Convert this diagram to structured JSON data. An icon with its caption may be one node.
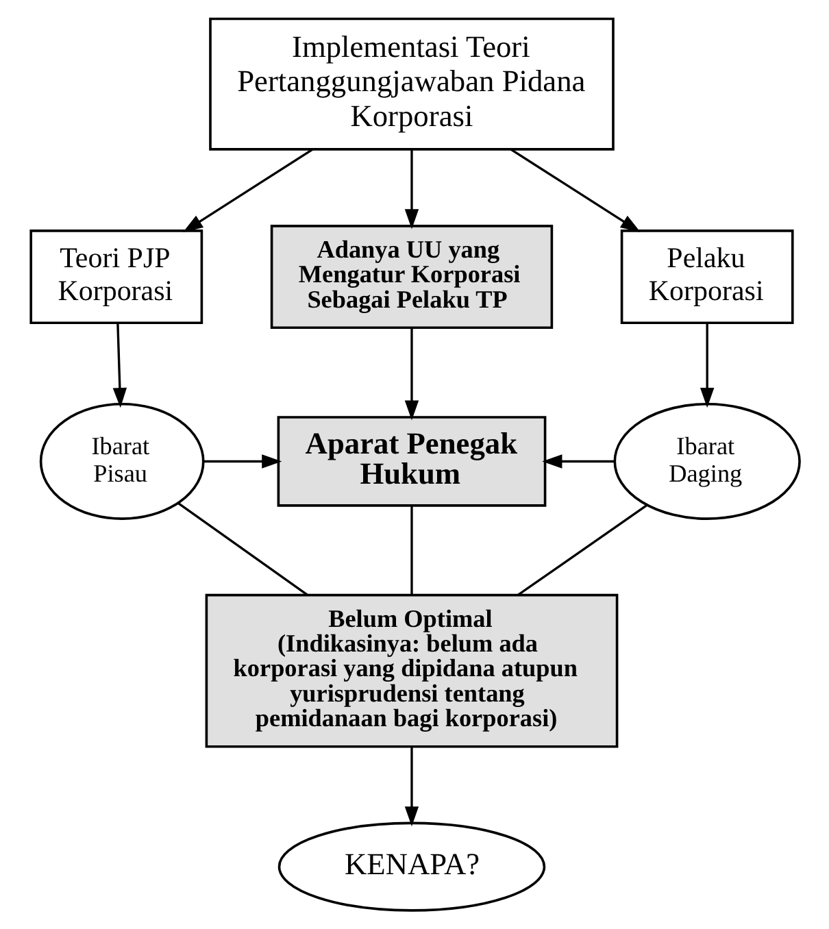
{
  "diagram": {
    "nodes": [
      {
        "text": [
          "Implementasi Teori Pertanggungjawaban Pidana Korporasi"
        ]
      },
      {
        "text": [
          "Teori PJP Korporasi"
        ]
      },
      {
        "text": [
          "Adanya UU yang Mengatur Korporasi Sebagai Pelaku TP"
        ]
      },
      {
        "text": [
          "Pelaku Korporasi"
        ]
      },
      {
        "text": [
          "Ibarat Pisau"
        ]
      },
      {
        "text": [
          "Aparat Penegak Hukum"
        ]
      },
      {
        "text": [
          "Ibarat Daging"
        ]
      },
      {
        "text": [
          "Belum Optimal",
          "(Indikasinya: belum ada korporasi yang dipidana atupun yurisprudensi tentang pemidanaan bagi korporasi)"
        ]
      },
      {
        "text": [
          "KENAPA?"
        ]
      }
    ],
    "edges": [
      {
        "from": 0,
        "to": 1,
        "arrow": "to"
      },
      {
        "from": 0,
        "to": 2,
        "arrow": "to"
      },
      {
        "from": 0,
        "to": 3,
        "arrow": "to"
      },
      {
        "from": 1,
        "to": 4,
        "arrow": "to"
      },
      {
        "from": 2,
        "to": 5,
        "arrow": "to"
      },
      {
        "from": 3,
        "to": 6,
        "arrow": "to"
      },
      {
        "from": 4,
        "to": 5,
        "arrow": "to"
      },
      {
        "from": 6,
        "to": 5,
        "arrow": "to"
      },
      {
        "from": 4,
        "to": 7,
        "arrow": "none"
      },
      {
        "from": 5,
        "to": 7,
        "arrow": "none"
      },
      {
        "from": 6,
        "to": 7,
        "arrow": "none"
      },
      {
        "from": 7,
        "to": 8,
        "arrow": "to"
      }
    ]
  }
}
